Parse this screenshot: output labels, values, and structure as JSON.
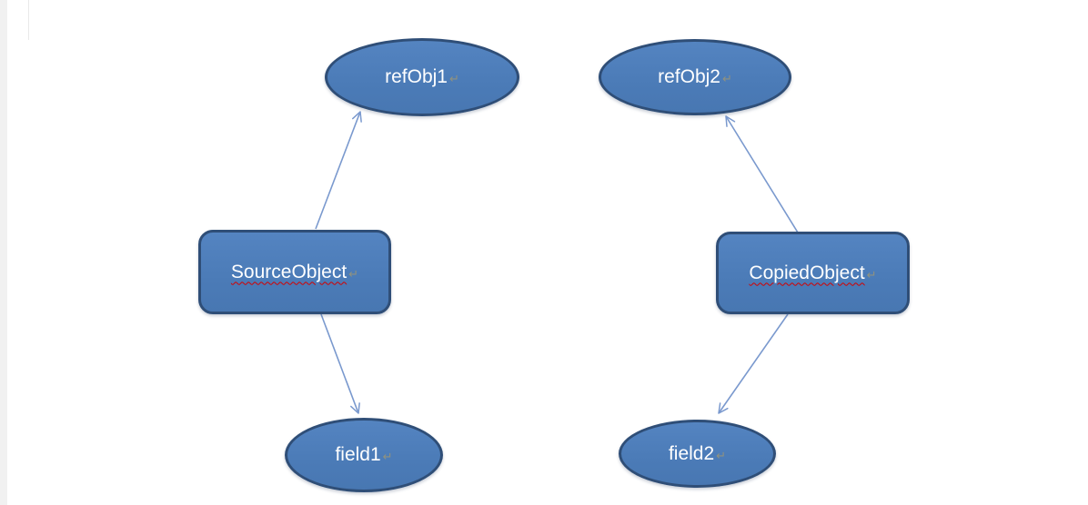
{
  "page": {
    "background": "#ffffff",
    "left_margin_strip_color": "#f1f1f1"
  },
  "diagram": {
    "formatting_mark": "↵",
    "colors": {
      "shape_fill": "#4f80bb",
      "shape_border": "#2f4e77",
      "connector": "#7a99ce",
      "label_text": "#ffffff",
      "spellcheck_underline": "#d40000",
      "formatting_mark_color": "#90927f"
    },
    "nodes": [
      {
        "id": "refObj1",
        "label": "refObj1",
        "shape": "ellipse",
        "misspelled": false
      },
      {
        "id": "refObj2",
        "label": "refObj2",
        "shape": "ellipse",
        "misspelled": false
      },
      {
        "id": "SourceObject",
        "label": "SourceObject",
        "shape": "rounded-rectangle",
        "misspelled": true
      },
      {
        "id": "CopiedObject",
        "label": "CopiedObject",
        "shape": "rounded-rectangle",
        "misspelled": true
      },
      {
        "id": "field1",
        "label": "field1",
        "shape": "ellipse",
        "misspelled": false
      },
      {
        "id": "field2",
        "label": "field2",
        "shape": "ellipse",
        "misspelled": false
      }
    ],
    "edges": [
      {
        "from": "SourceObject",
        "to": "refObj1",
        "arrow": "open"
      },
      {
        "from": "SourceObject",
        "to": "field1",
        "arrow": "open"
      },
      {
        "from": "CopiedObject",
        "to": "refObj2",
        "arrow": "open"
      },
      {
        "from": "CopiedObject",
        "to": "field2",
        "arrow": "open"
      }
    ]
  }
}
